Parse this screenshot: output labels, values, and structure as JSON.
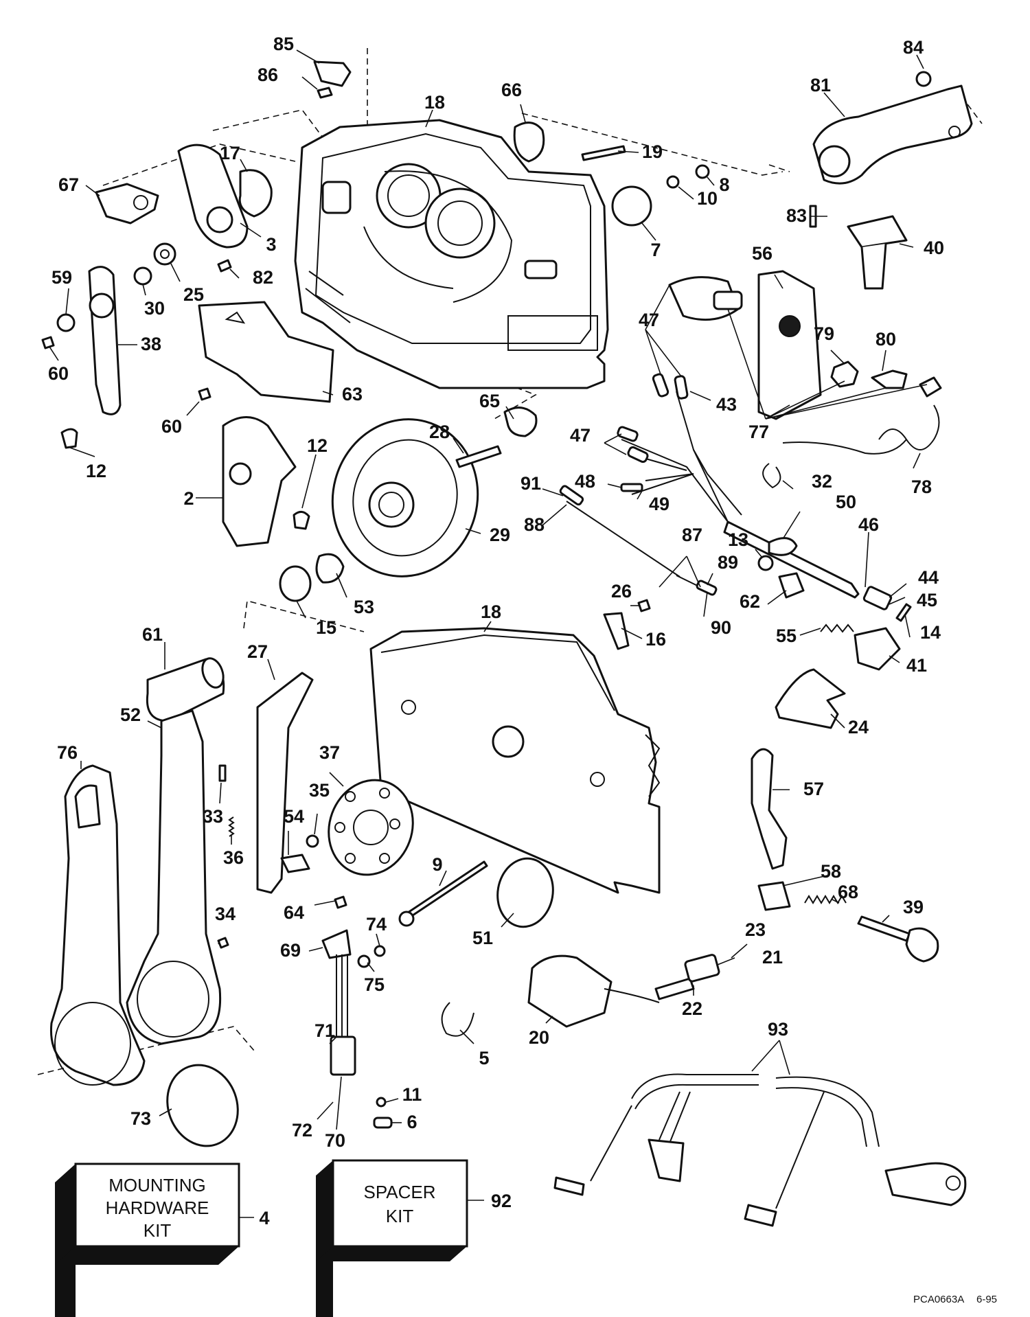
{
  "diagram_code": "PCA0663A",
  "date_code": "6-95",
  "kits": [
    {
      "id": "mounting-kit",
      "lines": [
        "MOUNTING",
        "HARDWARE",
        "KIT"
      ],
      "number": "4"
    },
    {
      "id": "spacer-kit",
      "lines": [
        "SPACER",
        "KIT"
      ],
      "number": "92"
    }
  ],
  "callouts": [
    "85",
    "86",
    "18",
    "66",
    "84",
    "81",
    "19",
    "8",
    "10",
    "7",
    "83",
    "40",
    "67",
    "17",
    "3",
    "82",
    "25",
    "30",
    "59",
    "38",
    "60",
    "60",
    "63",
    "56",
    "47",
    "79",
    "80",
    "43",
    "77",
    "65",
    "28",
    "12",
    "12",
    "2",
    "29",
    "47",
    "91",
    "48",
    "49",
    "32",
    "78",
    "50",
    "88",
    "87",
    "13",
    "89",
    "46",
    "44",
    "45",
    "62",
    "53",
    "15",
    "18",
    "26",
    "16",
    "90",
    "55",
    "14",
    "41",
    "24",
    "61",
    "27",
    "52",
    "76",
    "37",
    "35",
    "54",
    "33",
    "36",
    "57",
    "9",
    "58",
    "68",
    "39",
    "64",
    "51",
    "23",
    "21",
    "34",
    "74",
    "69",
    "75",
    "22",
    "20",
    "5",
    "71",
    "93",
    "11",
    "6",
    "73",
    "72",
    "70"
  ]
}
